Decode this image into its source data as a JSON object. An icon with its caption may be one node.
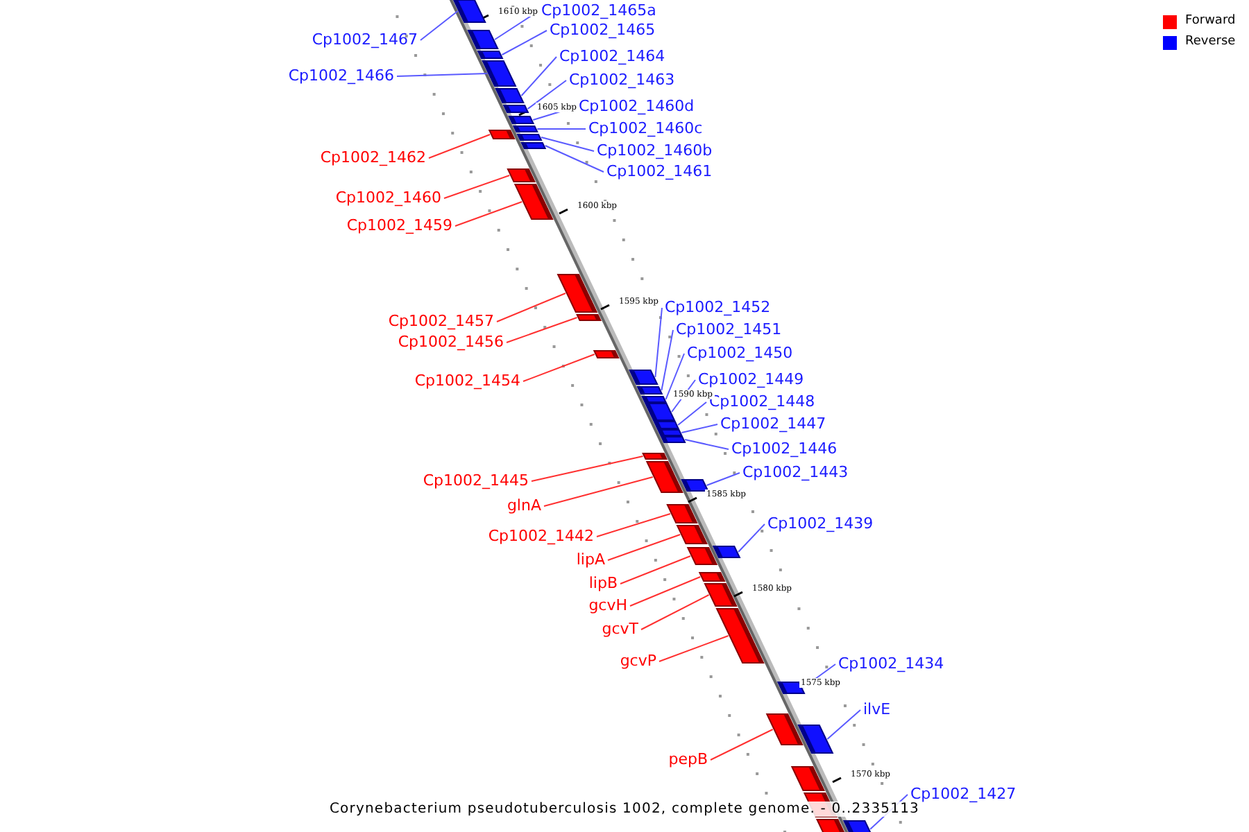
{
  "diagram": {
    "caption": "Corynebacterium pseudotuberculosis 1002, complete genome. - 0..2335113",
    "nodes": [
      {
        "text": [
          "Cp1002_1465a"
        ]
      },
      {
        "text": [],
        "shape": "bar"
      },
      {
        "text": [
          "Cp1002_1465"
        ]
      },
      {
        "text": [],
        "shape": "bar"
      },
      {
        "text": [
          "Cp1002_1467"
        ]
      },
      {
        "text": [],
        "shape": "bar"
      },
      {
        "text": [
          "Cp1002_1464"
        ]
      },
      {
        "text": [],
        "shape": "bar"
      },
      {
        "text": [
          "Cp1002_1466"
        ]
      },
      {
        "text": [],
        "shape": "bar"
      },
      {
        "text": [
          "Cp1002_1463"
        ]
      },
      {
        "text": [],
        "shape": "bar"
      },
      {
        "text": [
          "Cp1002_1460d"
        ]
      },
      {
        "text": [],
        "shape": "bar"
      },
      {
        "text": [
          "Cp1002_1460c"
        ]
      },
      {
        "text": [],
        "shape": "bar"
      },
      {
        "text": [
          "Cp1002_1460b"
        ]
      },
      {
        "text": [],
        "shape": "bar"
      },
      {
        "text": [
          "Cp1002_1462"
        ]
      },
      {
        "text": [],
        "shape": "bar"
      },
      {
        "text": [
          "Cp1002_1461"
        ]
      },
      {
        "text": [],
        "shape": "bar"
      },
      {
        "text": [
          "Cp1002_1460"
        ]
      },
      {
        "text": [],
        "shape": "bar"
      },
      {
        "text": [
          "Cp1002_1459"
        ]
      },
      {
        "text": [],
        "shape": "bar"
      },
      {
        "text": [
          "Cp1002_1452"
        ]
      },
      {
        "text": [],
        "shape": "bar"
      },
      {
        "text": [
          "Cp1002_1457"
        ]
      },
      {
        "text": [],
        "shape": "bar"
      },
      {
        "text": [
          "Cp1002_1451"
        ]
      },
      {
        "text": [],
        "shape": "bar"
      },
      {
        "text": [
          "Cp1002_1456"
        ]
      },
      {
        "text": [],
        "shape": "bar"
      },
      {
        "text": [
          "Cp1002_1450"
        ]
      },
      {
        "text": [],
        "shape": "bar"
      },
      {
        "text": [
          "Cp1002_1449"
        ]
      },
      {
        "text": [],
        "shape": "bar"
      },
      {
        "text": [
          "Cp1002_1454"
        ]
      },
      {
        "text": [],
        "shape": "bar"
      },
      {
        "text": [
          "Cp1002_1448"
        ]
      },
      {
        "text": [],
        "shape": "bar"
      },
      {
        "text": [
          "Cp1002_1447"
        ]
      },
      {
        "text": [],
        "shape": "bar"
      },
      {
        "text": [
          "Cp1002_1446"
        ]
      },
      {
        "text": [],
        "shape": "bar"
      },
      {
        "text": [
          "Cp1002_1443"
        ]
      },
      {
        "text": [],
        "shape": "bar"
      },
      {
        "text": [
          "Cp1002_1445"
        ]
      },
      {
        "text": [],
        "shape": "bar"
      },
      {
        "text": [
          "glnA"
        ]
      },
      {
        "text": [],
        "shape": "bar"
      },
      {
        "text": [
          "Cp1002_1439"
        ]
      },
      {
        "text": [],
        "shape": "bar"
      },
      {
        "text": [
          "Cp1002_1442"
        ]
      },
      {
        "text": [],
        "shape": "bar"
      },
      {
        "text": [
          "lipA"
        ]
      },
      {
        "text": [],
        "shape": "bar"
      },
      {
        "text": [
          "lipB"
        ]
      },
      {
        "text": [],
        "shape": "bar"
      },
      {
        "text": [
          "gcvH"
        ]
      },
      {
        "text": [],
        "shape": "bar"
      },
      {
        "text": [
          "gcvT"
        ]
      },
      {
        "text": [],
        "shape": "bar"
      },
      {
        "text": [
          "gcvP"
        ]
      },
      {
        "text": [],
        "shape": "bar"
      },
      {
        "text": [
          "Cp1002_1434"
        ]
      },
      {
        "text": [],
        "shape": "bar"
      },
      {
        "text": [
          "ilvE"
        ]
      },
      {
        "text": [],
        "shape": "bar"
      },
      {
        "text": [
          "pepB"
        ]
      },
      {
        "text": [],
        "shape": "bar"
      },
      {
        "text": [
          "Cp1002_1427"
        ]
      },
      {
        "text": [],
        "shape": "bar"
      },
      {
        "text": [],
        "shape": "bar"
      },
      {
        "text": [],
        "shape": "bar"
      },
      {
        "text": [],
        "shape": "bar"
      }
    ],
    "edges": [
      {
        "from": 0,
        "to": 1,
        "arrow": "none"
      },
      {
        "from": 2,
        "to": 3,
        "arrow": "none"
      },
      {
        "from": 4,
        "to": 5,
        "arrow": "none"
      },
      {
        "from": 6,
        "to": 7,
        "arrow": "none"
      },
      {
        "from": 8,
        "to": 9,
        "arrow": "none"
      },
      {
        "from": 10,
        "to": 11,
        "arrow": "none"
      },
      {
        "from": 12,
        "to": 13,
        "arrow": "none"
      },
      {
        "from": 14,
        "to": 15,
        "arrow": "none"
      },
      {
        "from": 16,
        "to": 17,
        "arrow": "none"
      },
      {
        "from": 18,
        "to": 19,
        "arrow": "none",
        "color": "#ff3030"
      },
      {
        "from": 20,
        "to": 21,
        "arrow": "none"
      },
      {
        "from": 22,
        "to": 23,
        "arrow": "none",
        "color": "#ff3030"
      },
      {
        "from": 24,
        "to": 25,
        "arrow": "none",
        "color": "#ff3030"
      },
      {
        "from": 26,
        "to": 27,
        "arrow": "none"
      },
      {
        "from": 28,
        "to": 29,
        "arrow": "none",
        "color": "#ff3030"
      },
      {
        "from": 30,
        "to": 31,
        "arrow": "none"
      },
      {
        "from": 32,
        "to": 33,
        "arrow": "none",
        "color": "#ff3030"
      },
      {
        "from": 34,
        "to": 35,
        "arrow": "none"
      },
      {
        "from": 36,
        "to": 37,
        "arrow": "none"
      },
      {
        "from": 38,
        "to": 39,
        "arrow": "none",
        "color": "#ff3030"
      },
      {
        "from": 40,
        "to": 41,
        "arrow": "none"
      },
      {
        "from": 42,
        "to": 43,
        "arrow": "none"
      },
      {
        "from": 44,
        "to": 45,
        "arrow": "none"
      },
      {
        "from": 46,
        "to": 47,
        "arrow": "none"
      },
      {
        "from": 48,
        "to": 49,
        "arrow": "none",
        "color": "#ff3030"
      },
      {
        "from": 50,
        "to": 51,
        "arrow": "none",
        "color": "#ff3030"
      },
      {
        "from": 52,
        "to": 53,
        "arrow": "none"
      },
      {
        "from": 54,
        "to": 55,
        "arrow": "none",
        "color": "#ff3030"
      },
      {
        "from": 56,
        "to": 57,
        "arrow": "none",
        "color": "#ff3030"
      },
      {
        "from": 58,
        "to": 59,
        "arrow": "none",
        "color": "#ff3030"
      },
      {
        "from": 60,
        "to": 61,
        "arrow": "none",
        "color": "#ff3030"
      },
      {
        "from": 62,
        "to": 63,
        "arrow": "none",
        "color": "#ff3030"
      },
      {
        "from": 64,
        "to": 65,
        "arrow": "none",
        "color": "#ff3030"
      },
      {
        "from": 66,
        "to": 67,
        "arrow": "none"
      },
      {
        "from": 68,
        "to": 69,
        "arrow": "none"
      },
      {
        "from": 70,
        "to": 71,
        "arrow": "none",
        "color": "#ff3030"
      },
      {
        "from": 72,
        "to": 73,
        "arrow": "none"
      }
    ],
    "labels": [
      "1610 kbp",
      "1605 kbp",
      "1600 kbp",
      "1595 kbp",
      "1590 kbp",
      "1585 kbp",
      "1580 kbp",
      "1575 kbp",
      "1570 kbp"
    ],
    "legend": [
      {
        "text": "Forward",
        "color": "#ff0000"
      },
      {
        "text": "Reverse",
        "color": "#0000ff"
      }
    ]
  }
}
